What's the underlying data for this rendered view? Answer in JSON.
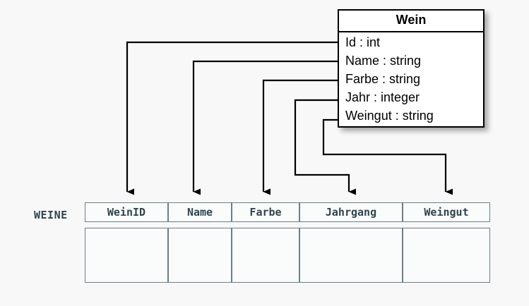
{
  "diagram": {
    "type": "uml-to-relational-mapping",
    "background_color": "#f8f8f8",
    "class_box": {
      "name": "Wein",
      "border_color": "#000000",
      "fill_color": "#ffffff",
      "attributes": [
        {
          "label": "Id : int",
          "name": "Id",
          "datatype": "int"
        },
        {
          "label": "Name : string",
          "name": "Name",
          "datatype": "string"
        },
        {
          "label": "Farbe : string",
          "name": "Farbe",
          "datatype": "string"
        },
        {
          "label": "Jahr : integer",
          "name": "Jahr",
          "datatype": "integer"
        },
        {
          "label": "Weingut : string",
          "name": "Weingut",
          "datatype": "string"
        }
      ]
    },
    "relational_table": {
      "name": "WEINE",
      "border_color": "#6b7f88",
      "text_color": "#2f4550",
      "fill_color": "#fafbfb",
      "columns": [
        {
          "label": "WeinID"
        },
        {
          "label": "Name"
        },
        {
          "label": "Farbe"
        },
        {
          "label": "Jahrgang"
        },
        {
          "label": "Weingut"
        }
      ],
      "rows": [
        [
          "",
          "",
          "",
          "",
          ""
        ]
      ]
    },
    "connectors": [
      {
        "from": "Id",
        "to": "WeinID",
        "arrow": "down-triangle"
      },
      {
        "from": "Name",
        "to": "Name",
        "arrow": "down-triangle"
      },
      {
        "from": "Farbe",
        "to": "Farbe",
        "arrow": "down-triangle"
      },
      {
        "from": "Jahr",
        "to": "Jahrgang",
        "arrow": "down-triangle"
      },
      {
        "from": "Weingut",
        "to": "Weingut",
        "arrow": "down-triangle"
      }
    ]
  }
}
